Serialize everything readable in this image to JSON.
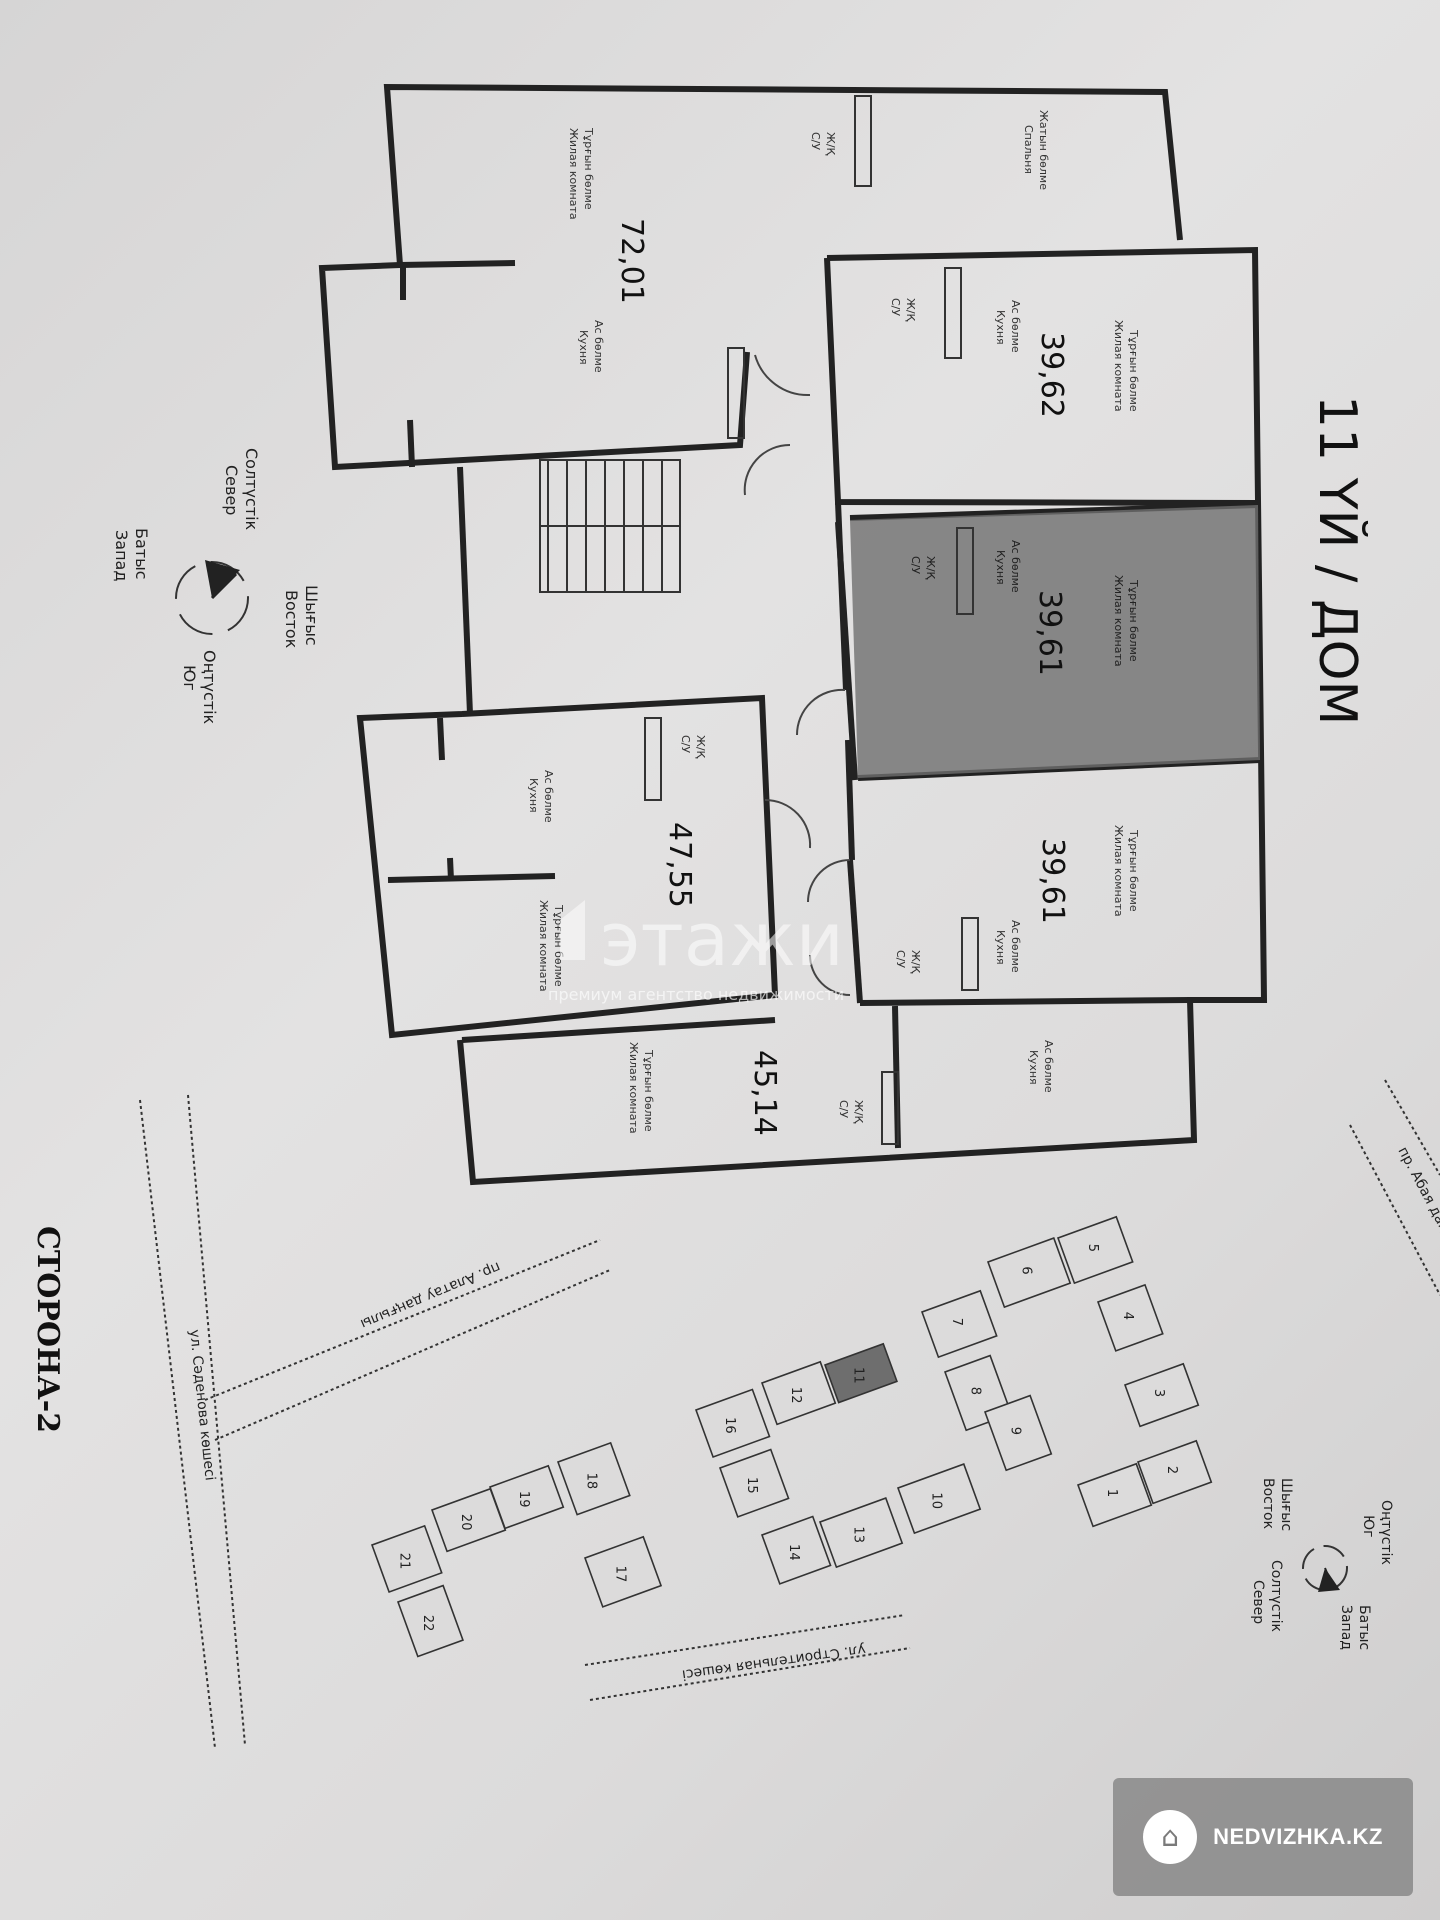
{
  "title": "11 ҮЙ / ДОМ",
  "rooms": [
    {
      "area": "72,01",
      "labels": [
        "Тұрғын бөлме",
        "Жилая комната",
        "Ас бөлме",
        "Кухня",
        "Жатын бөлме",
        "Спальня",
        "Ж/Қ",
        "С/У"
      ]
    },
    {
      "area": "39,62",
      "labels": [
        "Тұрғын бөлме",
        "Жилая комната",
        "Ас бөлме",
        "Кухня",
        "Ж/Қ",
        "С/У"
      ]
    },
    {
      "area": "39,61",
      "labels": [
        "Тұрғын бөлме",
        "Жилая комната",
        "Ас бөлме",
        "Кухня",
        "Ж/Қ",
        "С/У"
      ]
    },
    {
      "area": "39,61",
      "labels": [
        "Тұрғын бөлме",
        "Жилая комната",
        "Ас бөлме",
        "Кухня",
        "Ж/Қ",
        "С/У"
      ]
    },
    {
      "area": "47,55",
      "labels": [
        "Ас бөлме",
        "Кухня",
        "Тұрғын бөлме",
        "Жилая комната",
        "Ж/Қ",
        "С/У"
      ]
    },
    {
      "area": "45,14",
      "labels": [
        "Тұрғын бөлме",
        "Жилая комната",
        "Ас бөлме",
        "Кухня",
        "Ж/Қ",
        "С/У"
      ]
    }
  ],
  "compass_top": {
    "north": "Солтүстік",
    "north_ru": "Север",
    "east": "Шығыс",
    "east_ru": "Восток",
    "south": "Оңтүстік",
    "south_ru": "Юг",
    "west": "Батыс",
    "west_ru": "Запад"
  },
  "compass_bottom": {
    "north": "Солтүстік",
    "north_ru": "Север",
    "east": "Шығыс",
    "east_ru": "Восток",
    "south": "Оңтүстік",
    "south_ru": "Юг",
    "west": "Батыс",
    "west_ru": "Запад"
  },
  "streets": {
    "abay": "пр. Абая даңғылы",
    "alatau": "пр. Алатау даңғылы",
    "sadenova": "ул. Сәденова көшесі",
    "stroitelnaya": "ул. Строительная көшесі"
  },
  "storona": "СТОРОНА-2",
  "buildings": [
    "1",
    "2",
    "3",
    "4",
    "5",
    "6",
    "7",
    "8",
    "9",
    "10",
    "11",
    "12",
    "13",
    "14",
    "15",
    "16",
    "17",
    "18",
    "19",
    "20",
    "21",
    "22"
  ],
  "highlighted_building": "11",
  "watermark": {
    "brand": "этажи",
    "sub": "премиум агентство недвижимости"
  },
  "badge": {
    "text": "NEDVIZHKA.KZ"
  }
}
